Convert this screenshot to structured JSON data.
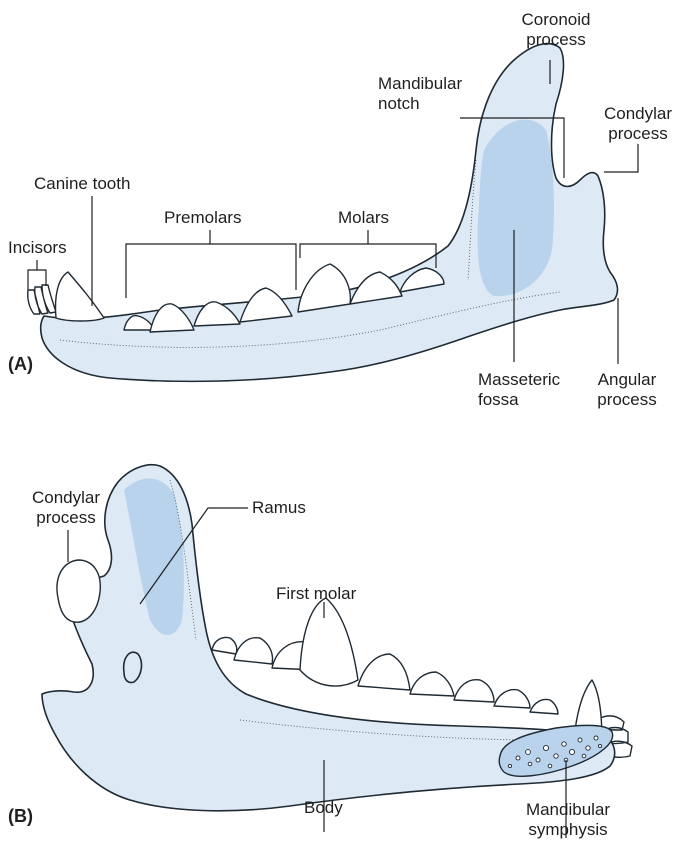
{
  "panel_a": {
    "tag": "(A)",
    "labels": {
      "coronoid_process": [
        "Coronoid",
        "process"
      ],
      "mandibular_notch": [
        "Mandibular",
        "notch"
      ],
      "condylar_process": [
        "Condylar",
        "process"
      ],
      "canine_tooth": "Canine tooth",
      "premolars": "Premolars",
      "molars": "Molars",
      "incisors": "Incisors",
      "masseteric_fossa": [
        "Masseteric",
        "fossa"
      ],
      "angular_process": [
        "Angular",
        "process"
      ]
    }
  },
  "panel_b": {
    "tag": "(B)",
    "labels": {
      "condylar_process": [
        "Condylar",
        "process"
      ],
      "ramus": "Ramus",
      "first_molar": "First molar",
      "body": "Body",
      "mandibular_symphysis": [
        "Mandibular",
        "symphysis"
      ]
    }
  },
  "colors": {
    "bone_fill": "#ddeaf6",
    "fossa_fill": "#b9d3ec",
    "outline": "#1f2a33",
    "tooth_fill": "#ffffff"
  }
}
